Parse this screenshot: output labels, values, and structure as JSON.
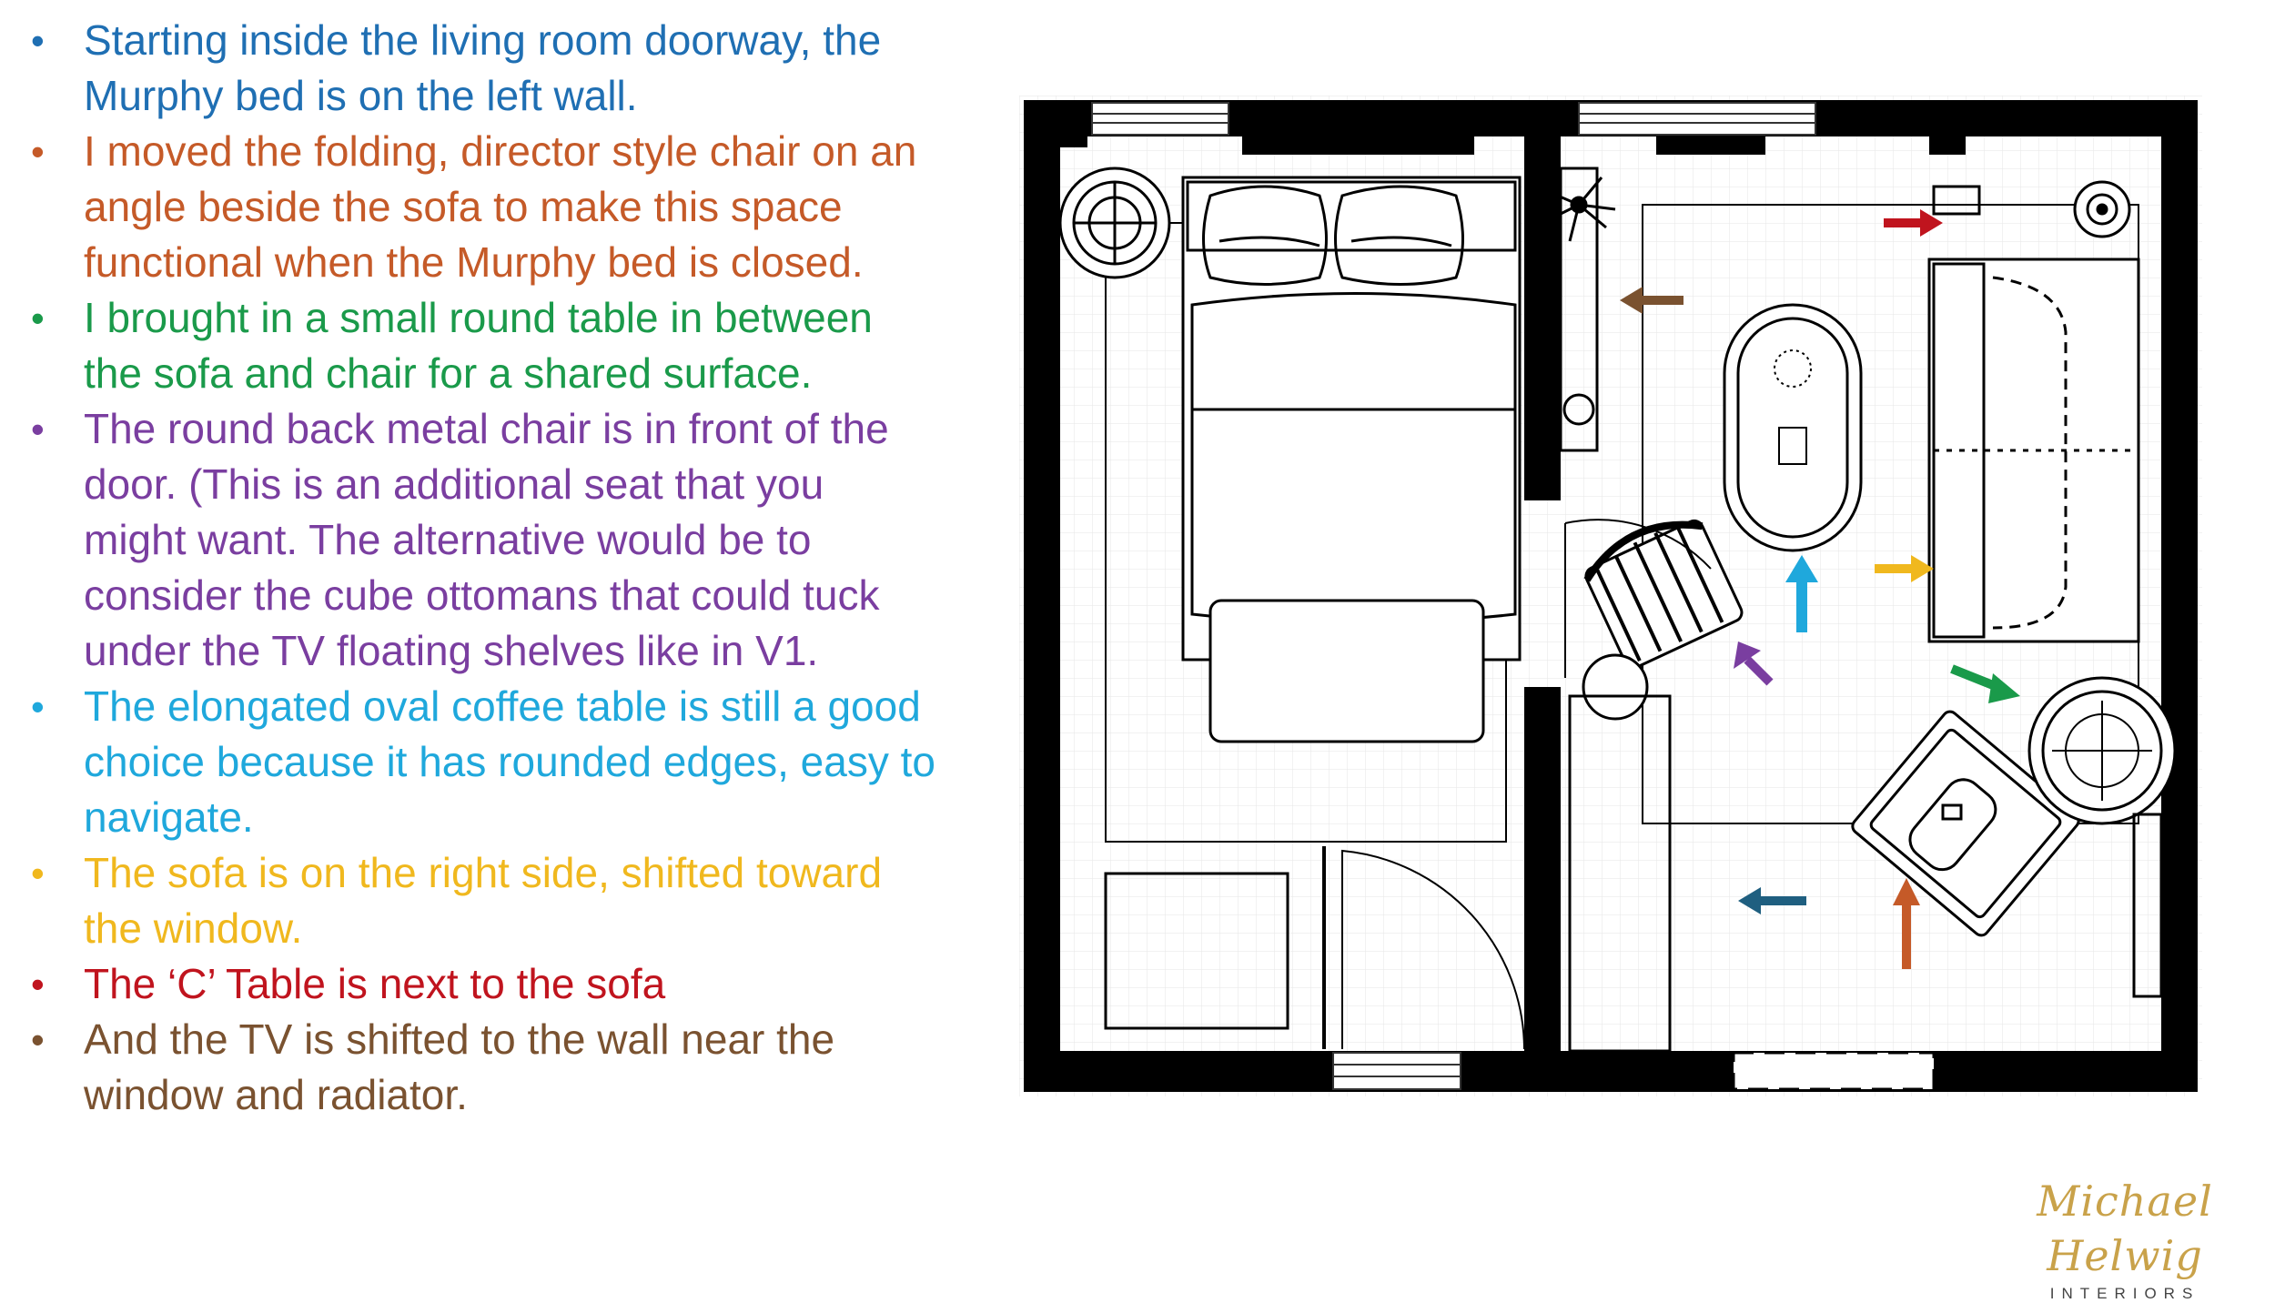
{
  "bullets": [
    {
      "text": "Starting inside the living room doorway, the Murphy bed is on the left wall.",
      "color": "#1f6fb3"
    },
    {
      "text": "I moved the folding, director style chair on an angle beside the sofa to make this space functional when the Murphy bed is closed.",
      "color": "#c55a28"
    },
    {
      "text": "I brought in a small round table in between the sofa and chair for a shared surface.",
      "color": "#1a9a4a"
    },
    {
      "text": "The round back metal chair is in front of the door. (This is an additional seat that you might want. The alternative would be to consider the cube ottomans that could tuck under the TV floating shelves like in V1.",
      "color": "#7a3ea0"
    },
    {
      "text": "The elongated oval coffee table is still a good choice because it has rounded edges, easy to navigate.",
      "color": "#1fa8dc"
    },
    {
      "text": "The sofa is on the right side, shifted toward the window.",
      "color": "#f0b81e"
    },
    {
      "text": "The ‘C’ Table is next to the sofa",
      "color": "#c0141e"
    },
    {
      "text": "And the TV is shifted to the wall near the window and radiator.",
      "color": "#7a5230"
    }
  ],
  "floor_plan": {
    "rooms": [
      "bedroom",
      "living-room"
    ],
    "arrows": [
      {
        "name": "c-table-arrow",
        "color": "#c0141e",
        "direction": "right"
      },
      {
        "name": "tv-arrow",
        "color": "#7a5230",
        "direction": "left"
      },
      {
        "name": "coffee-table-arrow",
        "color": "#1fa8dc",
        "direction": "up"
      },
      {
        "name": "sofa-arrow",
        "color": "#f0b81e",
        "direction": "right"
      },
      {
        "name": "round-back-chair-arrow",
        "color": "#7a3ea0",
        "direction": "up-left"
      },
      {
        "name": "round-table-arrow",
        "color": "#1a9a4a",
        "direction": "down-right"
      },
      {
        "name": "murphy-bed-arrow",
        "color": "#1f5f80",
        "direction": "left"
      },
      {
        "name": "director-chair-arrow",
        "color": "#c55a28",
        "direction": "up"
      }
    ]
  },
  "logo": {
    "script": "Michael Helwig",
    "subtitle": "INTERIORS",
    "color": "#c9a24a"
  }
}
